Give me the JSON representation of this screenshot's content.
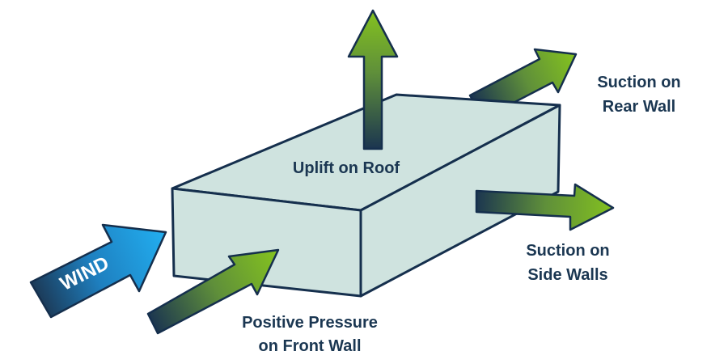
{
  "labels": {
    "wind": "WIND",
    "uplift": "Uplift on Roof",
    "rear_line1": "Suction on",
    "rear_line2": "Rear Wall",
    "side_line1": "Suction on",
    "side_line2": "Side Walls",
    "front_line1": "Positive Pressure",
    "front_line2": "on Front Wall"
  },
  "colors": {
    "box_fill": "#cfe3df",
    "outline": "#152f4d",
    "label_text": "#1b3752",
    "wind_arrow": "#1e9bd7",
    "force_arrow": "#7db52b"
  }
}
